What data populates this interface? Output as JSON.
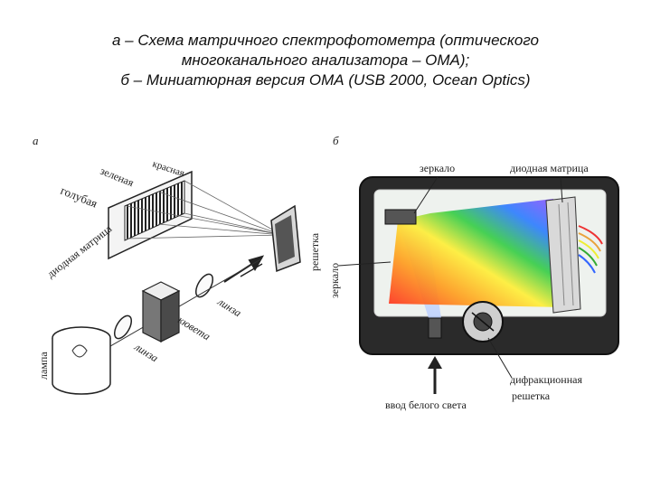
{
  "caption": {
    "line1": "а – Схема матричного спектрофотометра (оптического",
    "line2": "многоканального анализатора – ОМА);",
    "line3": "б – Миниатюрная версия ОМА (USB 2000, Ocean Optics)"
  },
  "panel_a": {
    "marker": "а",
    "labels": {
      "red": "красная",
      "green": "зеленая",
      "blue": "голубая",
      "diode_array": "диодная матрица",
      "grating": "решетка",
      "lens_upper": "линза",
      "cuvette": "кювета",
      "lens_lower": "линза",
      "lamp": "лампа"
    }
  },
  "panel_b": {
    "marker": "б",
    "labels": {
      "mirror_top": "зеркало",
      "diode_array": "диодная матрица",
      "mirror_left": "зеркало",
      "white_light_input": "ввод белого света",
      "diffraction_grating_1": "дифракционная",
      "diffraction_grating_2": "решетка"
    }
  }
}
